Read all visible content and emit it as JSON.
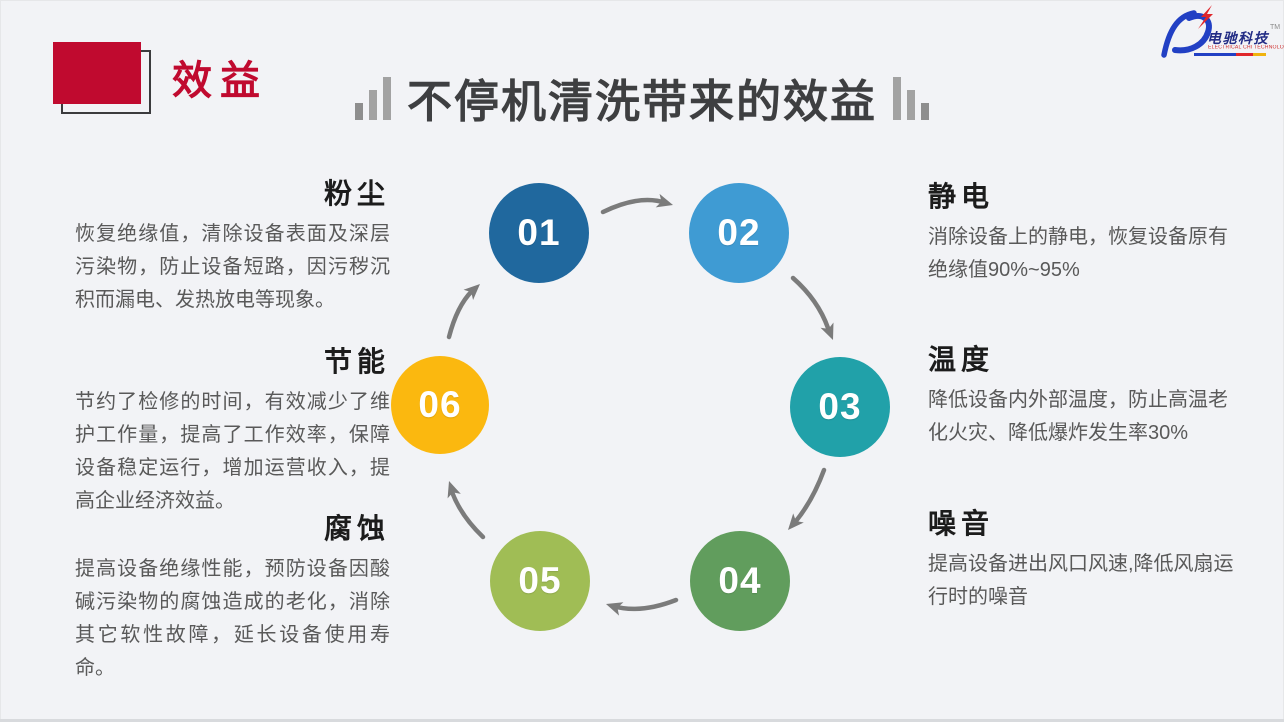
{
  "slide": {
    "background": "#f2f3f6",
    "section_label": "效益",
    "accent_red": "#c00a2f",
    "title": "不停机清洗带来的效益",
    "title_color": "#3e3f41",
    "decor_icon": "signal-bars-icon"
  },
  "logo": {
    "brand": "电驰科技",
    "subtitle": "ELECTRICAL CHI TECHNOLOGY",
    "trademark": "TM",
    "blue": "#2240c4",
    "red": "#e0262b",
    "yellow": "#f0b30e",
    "icons": [
      "swoosh-icon",
      "lightning-icon"
    ]
  },
  "diagram": {
    "arrow_color": "#7b7b7b",
    "steps": [
      {
        "number": "01",
        "color": "#20689e"
      },
      {
        "number": "02",
        "color": "#3f9bd3"
      },
      {
        "number": "03",
        "color": "#21a1a9"
      },
      {
        "number": "04",
        "color": "#619d5d"
      },
      {
        "number": "05",
        "color": "#a0bd55"
      },
      {
        "number": "06",
        "color": "#fbb80f"
      }
    ]
  },
  "benefits": {
    "left": [
      {
        "title": "粉尘",
        "body": "恢复绝缘值，清除设备表面及深层污染物，防止设备短路，因污秽沉积而漏电、发热放电等现象。"
      },
      {
        "title": "节能",
        "body": "节约了检修的时间，有效减少了维护工作量，提高了工作效率，保障设备稳定运行，增加运营收入，提高企业经济效益。"
      },
      {
        "title": "腐蚀",
        "body": "提高设备绝缘性能，预防设备因酸碱污染物的腐蚀造成的老化，消除其它软性故障，延长设备使用寿命。"
      }
    ],
    "right": [
      {
        "title": "静电",
        "body": "消除设备上的静电，恢复设备原有绝缘值90%~95%"
      },
      {
        "title": "温度",
        "body": "降低设备内外部温度，防止高温老化火灾、降低爆炸发生率30%"
      },
      {
        "title": "噪音",
        "body": "提高设备进出风口风速,降低风扇运行时的噪音"
      }
    ]
  }
}
